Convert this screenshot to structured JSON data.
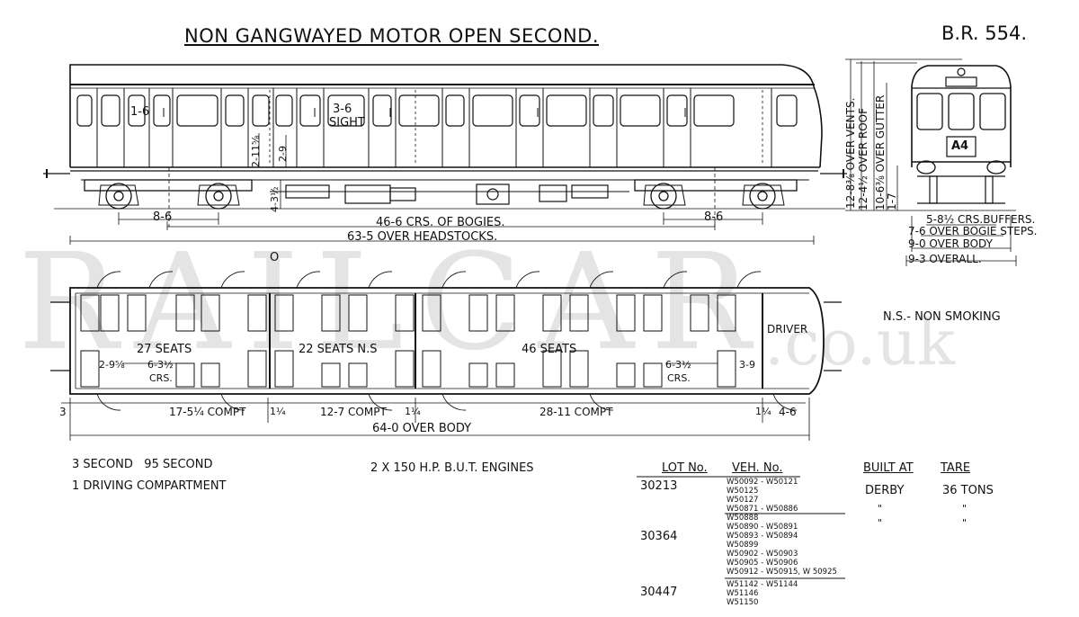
{
  "title": "NON GANGWAYED MOTOR OPEN SECOND.",
  "diagram_no": "B.R. 554.",
  "watermark": {
    "main": "RAILCAR",
    "domain": ".co.uk"
  },
  "side_view": {
    "labels": {
      "first_class_window": "1-6",
      "sight_height": "3-6",
      "sight_word": "SIGHT",
      "step_height": "2-11⅝",
      "door_height": "2-9",
      "floor_height": "4-3½"
    },
    "dimensions": {
      "bogie_wheelbase_left": "8-6",
      "bogie_wheelbase_right": "8-6",
      "bogie_centres": "46-6 CRS. OF BOGIES.",
      "over_headstocks": "63-5 OVER HEADSTOCKS."
    }
  },
  "end_view": {
    "vertical_labels": [
      "12-8⅜ OVER VENTS.",
      "12-4½ OVER ROOF",
      "10-6⅜ OVER GUTTER",
      "1-7"
    ],
    "headcode": "A4",
    "dimensions": [
      "5-8½ CRS.BUFFERS.",
      "7-6 OVER BOGIE STEPS.",
      "9-0 OVER BODY",
      "9-3 OVERALL."
    ]
  },
  "plan_view": {
    "circle_mark": "O",
    "sections": [
      {
        "seats": "27 SEATS",
        "compt": "17-5¼ COMPT"
      },
      {
        "seats": "22 SEATS N.S",
        "compt": "12-7 COMPT"
      },
      {
        "seats": "46 SEATS",
        "compt": "28-11 COMPT"
      }
    ],
    "driver": "DRIVER",
    "labels": {
      "left_gap": "2-9⅝",
      "left_crs": "6-3½",
      "crs_word_left": "CRS.",
      "right_crs": "6-3½",
      "crs_word_right": "CRS.",
      "right_gap": "3-9",
      "end_dim_left": "3",
      "partition_1": "1¼",
      "partition_2": "1¼",
      "partition_3": "1¼",
      "cab": "4-6",
      "over_body": "64-0 OVER BODY"
    },
    "legend": "N.S.- NON SMOKING"
  },
  "notes": {
    "accommodation": "3 SECOND   95 SECOND",
    "compartment": "1 DRIVING COMPARTMENT",
    "engines": "2 X 150 H.P.  B.U.T. ENGINES"
  },
  "lot_table": {
    "headers": {
      "lot": "LOT No.",
      "veh": "VEH. No.",
      "built": "BUILT AT",
      "tare": "TARE"
    },
    "rows": [
      {
        "lot": "30213",
        "veh": [
          "W50092 - W50121",
          "W50125",
          "W50127",
          "W50871 - W50886",
          "W50888"
        ],
        "built": "DERBY",
        "tare": "36 TONS",
        "ditto_built": "\"",
        "ditto_tare": "\""
      },
      {
        "lot": "30364",
        "veh": [
          "W50890 - W50891",
          "W50893 - W50894",
          "W50899",
          "W50902 - W50903",
          "W50905 - W50906",
          "W50912 - W50915, W 50925"
        ],
        "ditto_built": "\"",
        "ditto_tare": "\""
      },
      {
        "lot": "30447",
        "veh": [
          "W51142 - W51144",
          "W51146",
          "W51150"
        ]
      }
    ]
  }
}
